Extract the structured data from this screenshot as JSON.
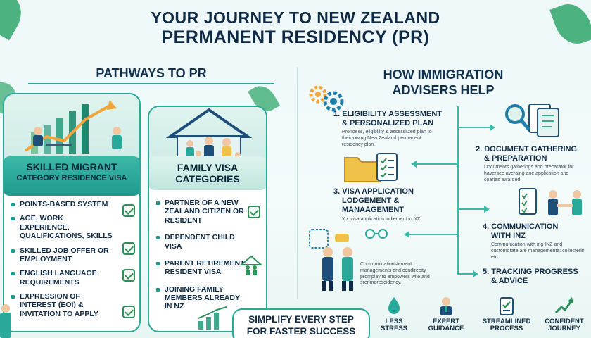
{
  "title": {
    "line1": "YOUR JOURNEY TO NEW ZEALAND",
    "line2": "PERMANENT RESIDENCY (PR)"
  },
  "pathways": {
    "heading": "PATHWAYS TO PR",
    "skilled": {
      "title": "SKILLED MIGRANT",
      "subtitle": "CATEGORY RESIDENCE VISA",
      "items": [
        "POINTS-BASED SYSTEM",
        "AGE, WORK EXPERIENCE, QUALIFICATIONS, SKILLS",
        "SKILLED JOB OFFER OR EMPLOYMENT",
        "ENGLISH LANGUAGE REQUIREMENTS",
        "EXPRESSION OF INTEREST (EOI) & INVITATION TO APPLY"
      ]
    },
    "family": {
      "title": "FAMILY VISA",
      "subtitle": "CATEGORIES",
      "items": [
        "PARTNER OF A NEW ZEALAND CITIZEN OR RESIDENT",
        "DEPENDENT CHILD VISA",
        "PARENT RETIREMENT RESIDENT VISA",
        "JOINING FAMILY MEMBERS ALREADY IN NZ"
      ]
    }
  },
  "advisers": {
    "heading_line1": "HOW IMMIGRATION",
    "heading_line2": "ADVISERS HELP",
    "steps": [
      {
        "title_l1": "1. ELIGIBILITY ASSESSMENT",
        "title_l2": "& PERSONALIZED PLAN",
        "desc": "Pronoess, eligibility & assesslized plan to their-owing New Zealand permanent residency plan."
      },
      {
        "title_l1": "2. DOCUMENT GATHERING",
        "title_l2": "& PREPARATION",
        "desc": "Documents gatherings and precarator for haversee averaing ane application and coaries awarded."
      },
      {
        "title_l1": "3. VISA APPLICATION",
        "title_l2": "LODGEMENT &",
        "title_l3": "MANAAGEMENT",
        "desc": "Yor visa application lodlement in NZ."
      },
      {
        "title_l1": "4. COMMUNICATION",
        "title_l2": "WITH INZ",
        "desc": "Communication with ing INZ and customorate are managementa: collecterin etc."
      },
      {
        "title_l1": "5. TRACKING PROGRESS",
        "title_l2": "& ADVICE"
      }
    ],
    "extra_desc": "Communicationslement managements and condirecity promplay to empowers wite and srenmoresoidency."
  },
  "footer": {
    "banner_line1": "SIMPLIFY EVERY STEP",
    "banner_line2": "FOR FASTER SUCCESS",
    "benefits": [
      {
        "l1": "LESS",
        "l2": "STRESS",
        "icon": "droplet-icon"
      },
      {
        "l1": "EXPERT",
        "l2": "GUIDANCE",
        "icon": "adviser-icon"
      },
      {
        "l1": "STREAMLINED",
        "l2": "PROCESS",
        "icon": "clipboard-icon"
      },
      {
        "l1": "CONFIDENT",
        "l2": "JOURNEY",
        "icon": "growth-arrow-icon"
      }
    ]
  },
  "colors": {
    "accent": "#2aa89a",
    "banner": "#1f9a8e",
    "navy": "#0f2a44",
    "leaf": "#2fa66a"
  }
}
